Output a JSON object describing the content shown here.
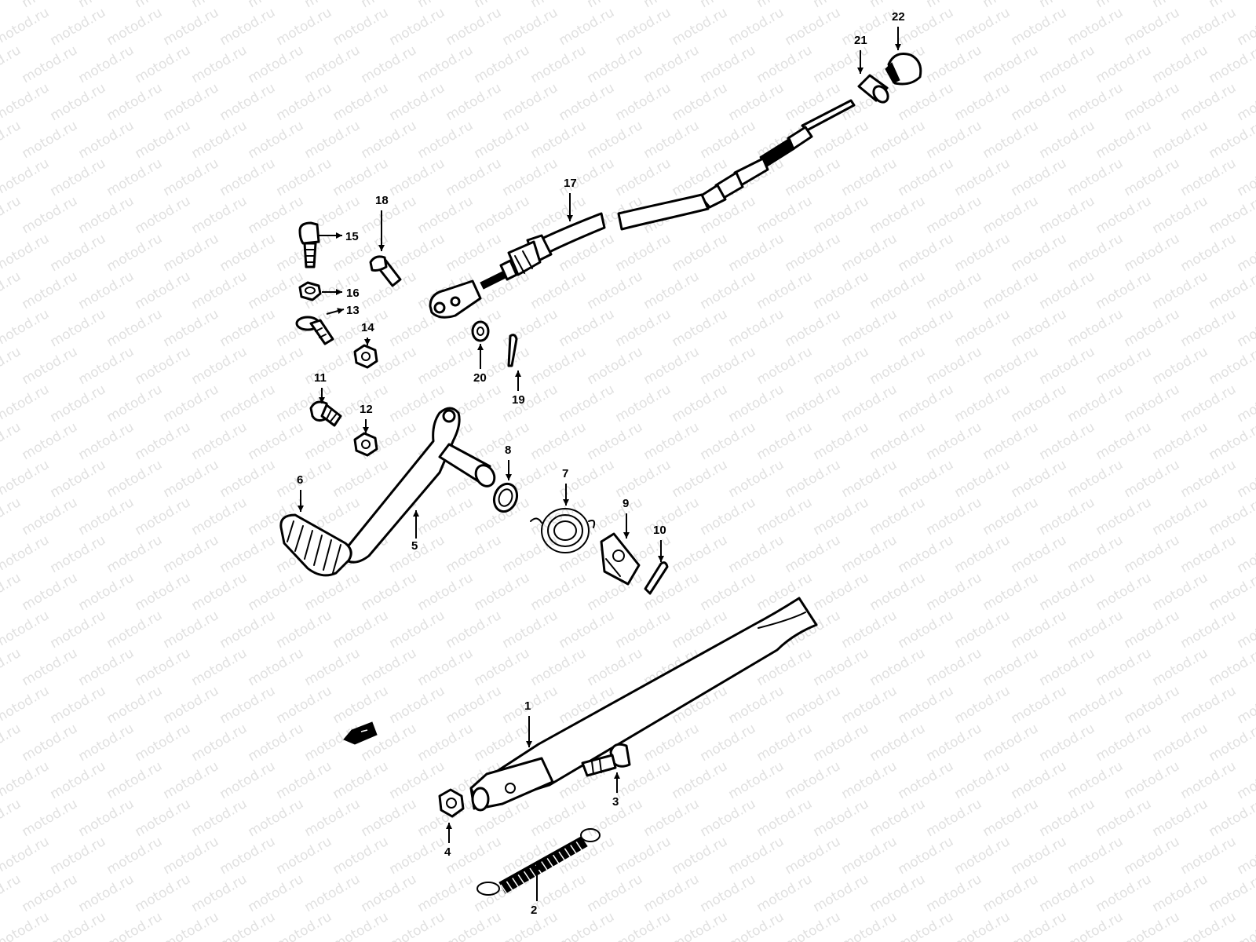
{
  "watermark": "motod.ru",
  "colors": {
    "line": "#000000",
    "background": "#ffffff",
    "watermark": "#c8c8c8"
  },
  "callouts": [
    {
      "id": "1",
      "label": "1"
    },
    {
      "id": "2",
      "label": "2"
    },
    {
      "id": "3",
      "label": "3"
    },
    {
      "id": "4",
      "label": "4"
    },
    {
      "id": "5",
      "label": "5"
    },
    {
      "id": "6",
      "label": "6"
    },
    {
      "id": "7",
      "label": "7"
    },
    {
      "id": "8",
      "label": "8"
    },
    {
      "id": "9",
      "label": "9"
    },
    {
      "id": "10",
      "label": "10"
    },
    {
      "id": "11",
      "label": "11"
    },
    {
      "id": "12",
      "label": "12"
    },
    {
      "id": "13",
      "label": "13"
    },
    {
      "id": "14",
      "label": "14"
    },
    {
      "id": "15",
      "label": "15"
    },
    {
      "id": "16",
      "label": "16"
    },
    {
      "id": "17",
      "label": "17"
    },
    {
      "id": "18",
      "label": "18"
    },
    {
      "id": "19",
      "label": "19"
    },
    {
      "id": "20",
      "label": "20"
    },
    {
      "id": "21",
      "label": "21"
    },
    {
      "id": "22",
      "label": "22"
    }
  ]
}
